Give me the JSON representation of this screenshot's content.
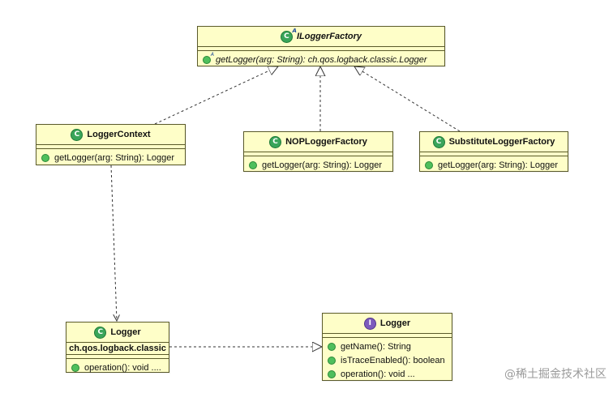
{
  "ilogger_factory": {
    "name": "ILoggerFactory",
    "icon": "abstract-class-icon",
    "members": [
      "getLogger(arg: String): ch.qos.logback.classic.Logger"
    ]
  },
  "logger_context": {
    "name": "LoggerContext",
    "icon": "class-icon",
    "members": [
      "getLogger(arg: String): Logger"
    ]
  },
  "nop_logger_factory": {
    "name": "NOPLoggerFactory",
    "icon": "class-icon",
    "members": [
      "getLogger(arg: String): Logger"
    ]
  },
  "substitute_logger_factory": {
    "name": "SubstituteLoggerFactory",
    "icon": "class-icon",
    "members": [
      "getLogger(arg: String): Logger"
    ]
  },
  "logger_class": {
    "name": "Logger",
    "icon": "class-icon",
    "package": "ch.qos.logback.classic",
    "members": [
      "operation(): void ...."
    ]
  },
  "logger_interface": {
    "name": "Logger",
    "icon": "interface-icon",
    "members": [
      "getName(): String",
      "isTraceEnabled(): boolean",
      "operation(): void ..."
    ]
  },
  "watermark": "@稀土掘金技术社区",
  "colors": {
    "class_fill": "#fefec8",
    "class_border": "#5a5a2a",
    "class_icon": "#3aa55a",
    "interface_icon": "#7c5bbd"
  }
}
